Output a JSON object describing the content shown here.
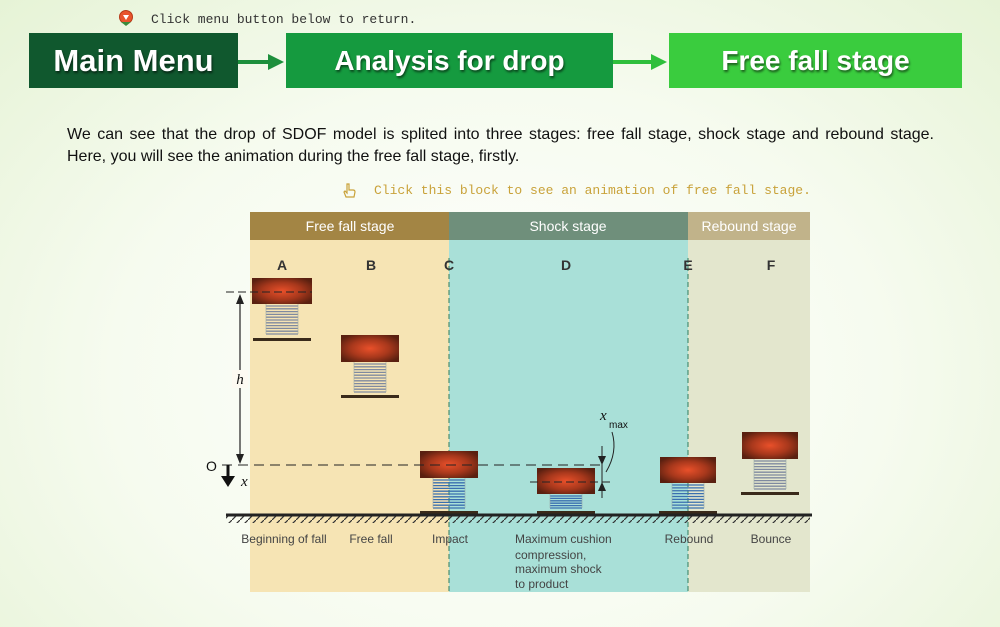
{
  "hints": {
    "top": "Click menu button below to return.",
    "animation": "Click this block to see an animation of free fall stage."
  },
  "nav": {
    "main_menu": "Main Menu",
    "analysis": "Analysis for drop",
    "current": "Free fall stage"
  },
  "intro": "We can see that the drop of SDOF model is splited into three stages: free fall stage, shock stage and rebound stage. Here, you will see the animation during the free fall stage, firstly.",
  "diagram": {
    "stages": [
      "Free fall stage",
      "Shock stage",
      "Rebound stage"
    ],
    "positions": [
      "A",
      "B",
      "C",
      "D",
      "E",
      "F"
    ],
    "captions": {
      "A": "Beginning of fall",
      "B": "Free fall",
      "C": "Impact",
      "D": [
        "Maximum cushion",
        "compression,",
        "maximum shock",
        "to product"
      ],
      "E": "Rebound",
      "F": "Bounce"
    },
    "symbols": {
      "height": "h",
      "origin": "O",
      "displacement": "x",
      "xmax": "x",
      "xmax_sub": "max"
    }
  },
  "colors": {
    "free_fall_band": "#f6e4b4",
    "free_fall_header": "#a38544",
    "shock_band": "#a9e0d8",
    "shock_header": "#6f8f7b",
    "rebound_band": "#e3e6cd",
    "rebound_header": "#c1b38a",
    "nav_main": "#10582e",
    "nav_analysis": "#159a3f",
    "nav_current": "#3acc3e"
  },
  "icons": [
    "down-arrow-icon",
    "hand-pointer-icon"
  ]
}
